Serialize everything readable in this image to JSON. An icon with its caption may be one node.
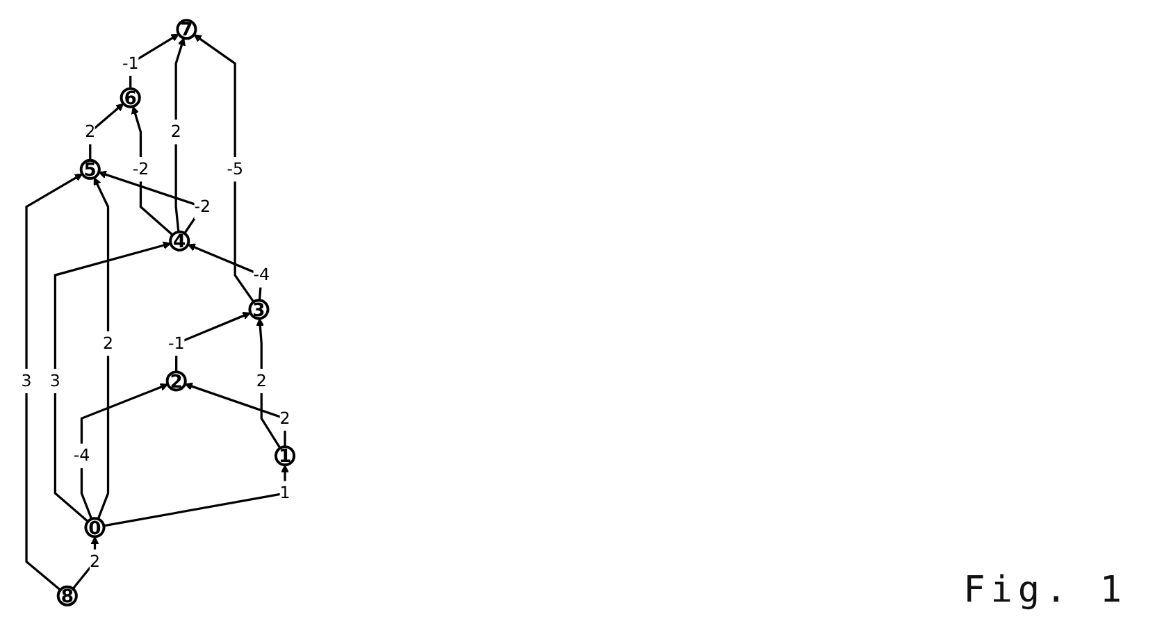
{
  "diagram": {
    "caption": "Fig. 1",
    "nodes": [
      {
        "text": [
          "6"
        ]
      },
      {
        "text": [
          "7"
        ]
      },
      {
        "text": [
          "3"
        ]
      },
      {
        "text": [
          "5"
        ]
      },
      {
        "text": [
          "4"
        ]
      },
      {
        "text": [
          "2"
        ]
      },
      {
        "text": [
          "8"
        ]
      },
      {
        "text": [
          "0"
        ]
      },
      {
        "text": [
          "1"
        ]
      }
    ],
    "edges": [
      {
        "from": 0,
        "to": 1,
        "arrow": "to",
        "label": "-1"
      },
      {
        "from": 2,
        "to": 1,
        "arrow": "to",
        "label": "-5"
      },
      {
        "from": 4,
        "to": 0,
        "arrow": "to",
        "label": "-2"
      },
      {
        "from": 4,
        "to": 1,
        "arrow": "to",
        "label": "2"
      },
      {
        "from": 2,
        "to": 4,
        "arrow": "to",
        "label": "-4"
      },
      {
        "from": 5,
        "to": 2,
        "arrow": "to",
        "label": "-1"
      },
      {
        "from": 8,
        "to": 2,
        "arrow": "to",
        "label": "2"
      },
      {
        "from": 3,
        "to": 0,
        "arrow": "to",
        "label": "2"
      },
      {
        "from": 4,
        "to": 3,
        "arrow": "to",
        "label": "-2"
      },
      {
        "from": 7,
        "to": 4,
        "arrow": "to",
        "label": "3"
      },
      {
        "from": 7,
        "to": 5,
        "arrow": "to",
        "label": "-4"
      },
      {
        "from": 8,
        "to": 5,
        "arrow": "to",
        "label": "2"
      },
      {
        "from": 6,
        "to": 3,
        "arrow": "to",
        "label": "3"
      },
      {
        "from": 7,
        "to": 3,
        "arrow": "to",
        "label": "2"
      },
      {
        "from": 6,
        "to": 7,
        "arrow": "to",
        "label": "2"
      },
      {
        "from": 7,
        "to": 8,
        "arrow": "to",
        "label": "1"
      }
    ]
  }
}
